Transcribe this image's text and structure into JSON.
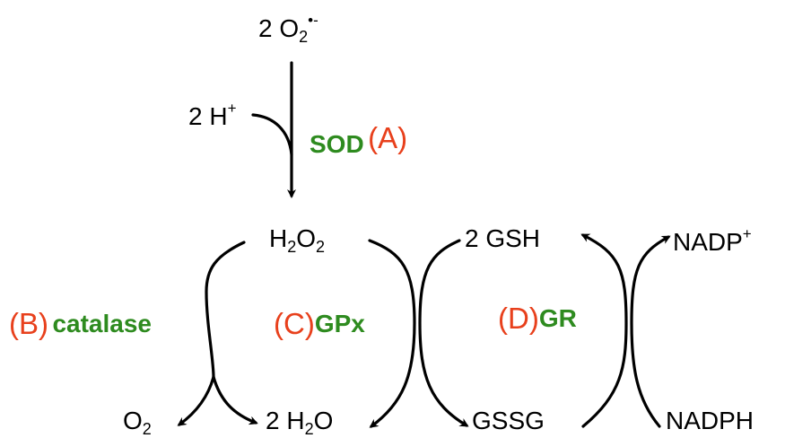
{
  "species": {
    "superoxide": {
      "coef": "2",
      "base": "O",
      "sub": "2",
      "sup": "•-"
    },
    "protons": {
      "coef": "2",
      "base": "H",
      "sup": "+"
    },
    "h2o2": {
      "a": "H",
      "a_sub": "2",
      "b": "O",
      "b_sub": "2"
    },
    "o2": {
      "base": "O",
      "sub": "2"
    },
    "water": {
      "coef": "2",
      "a": "H",
      "a_sub": "2",
      "b": "O"
    },
    "gsh": "2 GSH",
    "gssg": "GSSG",
    "nadp": {
      "base": "NADP",
      "sup": "+"
    },
    "nadph": "NADPH"
  },
  "enzymes": [
    {
      "name": "SOD",
      "tag": "(A)"
    },
    {
      "name": "catalase",
      "tag": "(B)"
    },
    {
      "name": "GPx",
      "tag": "(C)"
    },
    {
      "name": "GR",
      "tag": "(D)"
    }
  ],
  "colors": {
    "enzyme": "#2e8b1f",
    "tag": "#e8401c",
    "text": "#000000"
  }
}
